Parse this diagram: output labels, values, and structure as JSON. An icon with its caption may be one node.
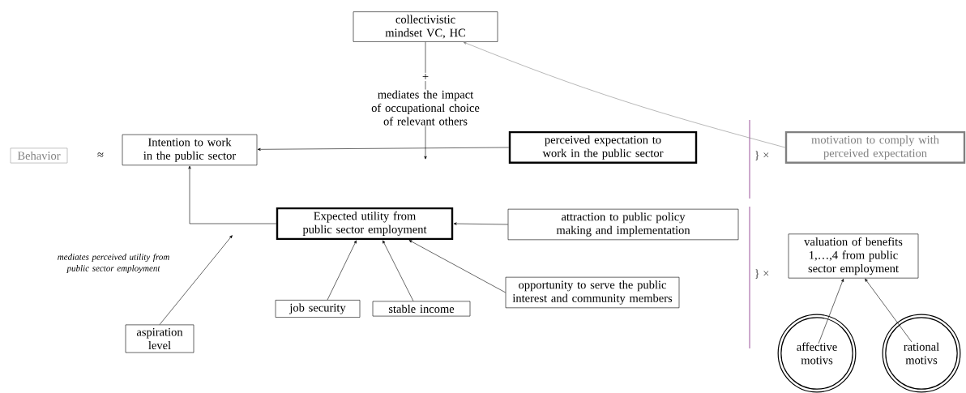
{
  "diagram": {
    "nodes": [
      {
        "text": [
          "Behavior"
        ]
      },
      {
        "text": [
          "collectivistic mindset VC, HC"
        ]
      },
      {
        "text": [
          "Intention to work in the public sector"
        ]
      },
      {
        "text": [
          "perceived expectation to work in the public sector"
        ]
      },
      {
        "text": [
          "motivation to comply with perceived expectation"
        ]
      },
      {
        "text": [
          "Expected utility from public sector employment"
        ]
      },
      {
        "text": [
          "attraction to public policy making and implementation"
        ]
      },
      {
        "text": [
          "job security"
        ]
      },
      {
        "text": [
          "stable income"
        ]
      },
      {
        "text": [
          "opportunity to serve the public interest and community members"
        ]
      },
      {
        "text": [
          "aspiration level"
        ]
      },
      {
        "text": [
          "valuation of benefits 1,…,4 from public sector employment"
        ]
      },
      {
        "text": [
          "affective motivs"
        ]
      },
      {
        "text": [
          "rational motivs"
        ]
      }
    ],
    "edges": [
      {
        "from": 3,
        "to": 2,
        "arrow": "to"
      },
      {
        "from": 1,
        "to": null,
        "arrow": "to",
        "label": "+"
      },
      {
        "from": 4,
        "to": 1,
        "arrow": "to",
        "color": "#888888"
      },
      {
        "from": 5,
        "to": 2,
        "arrow": "to"
      },
      {
        "from": 10,
        "to": null,
        "arrow": "to",
        "label": "mediates perceived utility from public sector employment"
      },
      {
        "from": 6,
        "to": 5,
        "arrow": "to"
      },
      {
        "from": 7,
        "to": 5,
        "arrow": "to"
      },
      {
        "from": 8,
        "to": 5,
        "arrow": "to"
      },
      {
        "from": 9,
        "to": 5,
        "arrow": "to"
      },
      {
        "from": 12,
        "to": 11,
        "arrow": "to"
      },
      {
        "from": 13,
        "to": 11,
        "arrow": "to"
      }
    ],
    "labels": [
      "≈",
      "mediates the impact of occupational choice of relevant others",
      "} ×",
      "} ×"
    ]
  }
}
